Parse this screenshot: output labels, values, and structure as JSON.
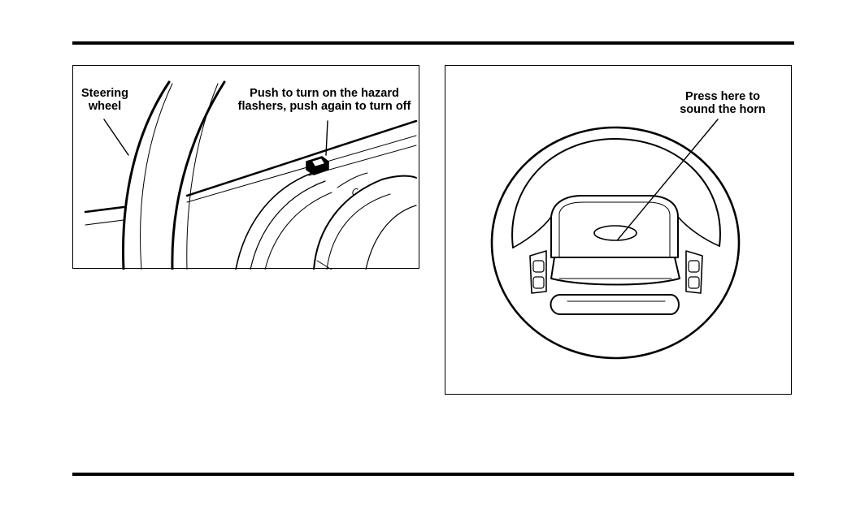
{
  "figures": {
    "hazard": {
      "steering_label_line1": "Steering",
      "steering_label_line2": "wheel",
      "hazard_label_line1": "Push to turn on the hazard",
      "hazard_label_line2": "flashers, push again to turn off"
    },
    "horn": {
      "horn_label_line1": "Press here to",
      "horn_label_line2": "sound the horn"
    }
  }
}
